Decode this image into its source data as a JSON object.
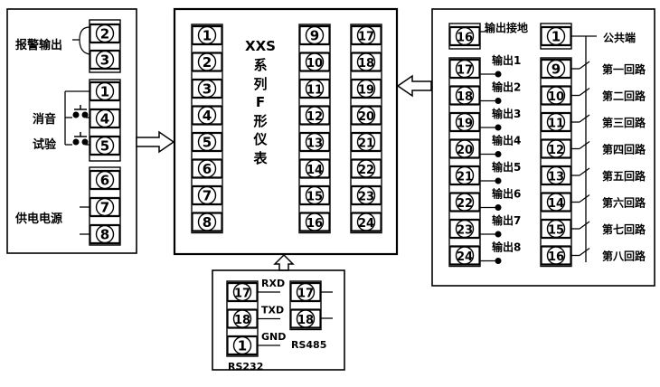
{
  "left_panel": {
    "alarm_label": "报警输出",
    "alarm_terminals": [
      "2",
      "3"
    ],
    "mute_label": "消音",
    "test_label": "试验",
    "control_terminals": [
      "1",
      "4",
      "5"
    ],
    "power_label": "供电电源",
    "power_terminals": [
      "6",
      "7",
      "8"
    ]
  },
  "center_panel": {
    "title_chars": [
      "XXS",
      "系",
      "列",
      "F",
      "形",
      "仪",
      "表"
    ],
    "col1": [
      "1",
      "2",
      "3",
      "4",
      "5",
      "6",
      "7",
      "8"
    ],
    "col2": [
      "9",
      "10",
      "11",
      "12",
      "13",
      "14",
      "15",
      "16"
    ],
    "col3": [
      "17",
      "18",
      "19",
      "20",
      "21",
      "22",
      "23",
      "24"
    ]
  },
  "right_panel": {
    "ground_terminal": "16",
    "ground_label": "输出接地",
    "common_terminal": "1",
    "common_label": "公共端",
    "output_terminals": [
      "17",
      "18",
      "19",
      "20",
      "21",
      "22",
      "23",
      "24"
    ],
    "output_labels": [
      "输出1",
      "输出2",
      "输出3",
      "输出4",
      "输出5",
      "输出6",
      "输出7",
      "输出8"
    ],
    "loop_terminals": [
      "9",
      "10",
      "11",
      "12",
      "13",
      "14",
      "15",
      "16"
    ],
    "loop_labels": [
      "第一回路",
      "第二回路",
      "第三回路",
      "第四回路",
      "第五回路",
      "第六回路",
      "第七回路",
      "第八回路"
    ]
  },
  "bottom_panel": {
    "rs232_terminals": [
      "17",
      "18",
      "1"
    ],
    "rs232_signals": [
      "RXD",
      "TXD",
      "GND"
    ],
    "rs232_label": "RS232",
    "rs485_terminals": [
      "17",
      "18"
    ],
    "rs485_label": "RS485"
  }
}
